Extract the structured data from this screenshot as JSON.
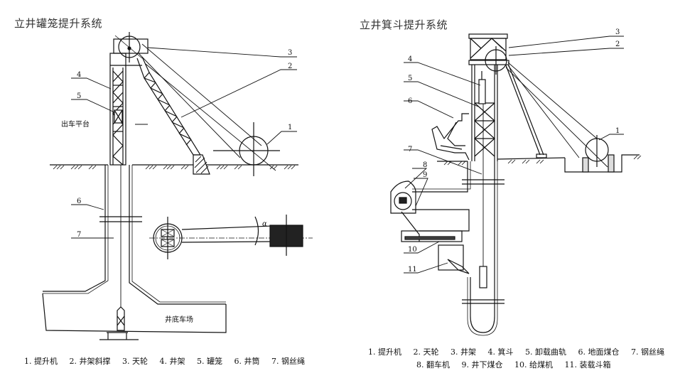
{
  "left": {
    "title": "立井罐笼提升系统",
    "callouts": [
      "1",
      "2",
      "3",
      "4",
      "5",
      "6",
      "7"
    ],
    "annotations": {
      "platform": "出车平台",
      "station": "井底车场",
      "angle": "α"
    },
    "legend": [
      "1. 提升机",
      "2. 井架斜撑",
      "3. 天轮",
      "4. 井架",
      "5. 罐笼",
      "6. 井筒",
      "7. 钢丝绳"
    ]
  },
  "right": {
    "title": "立井箕斗提升系统",
    "callouts": [
      "1",
      "2",
      "3",
      "4",
      "5",
      "6",
      "7",
      "8",
      "9",
      "10",
      "11"
    ],
    "legend_row1": [
      "1. 提升机",
      "2. 天轮",
      "3. 井架",
      "4. 箕斗",
      "5. 卸载曲轨",
      "6. 地面煤仓",
      "7. 钢丝绳"
    ],
    "legend_row2": [
      "8. 翻车机",
      "9. 井下煤仓",
      "10. 给煤机",
      "11. 装载斗箱"
    ]
  }
}
